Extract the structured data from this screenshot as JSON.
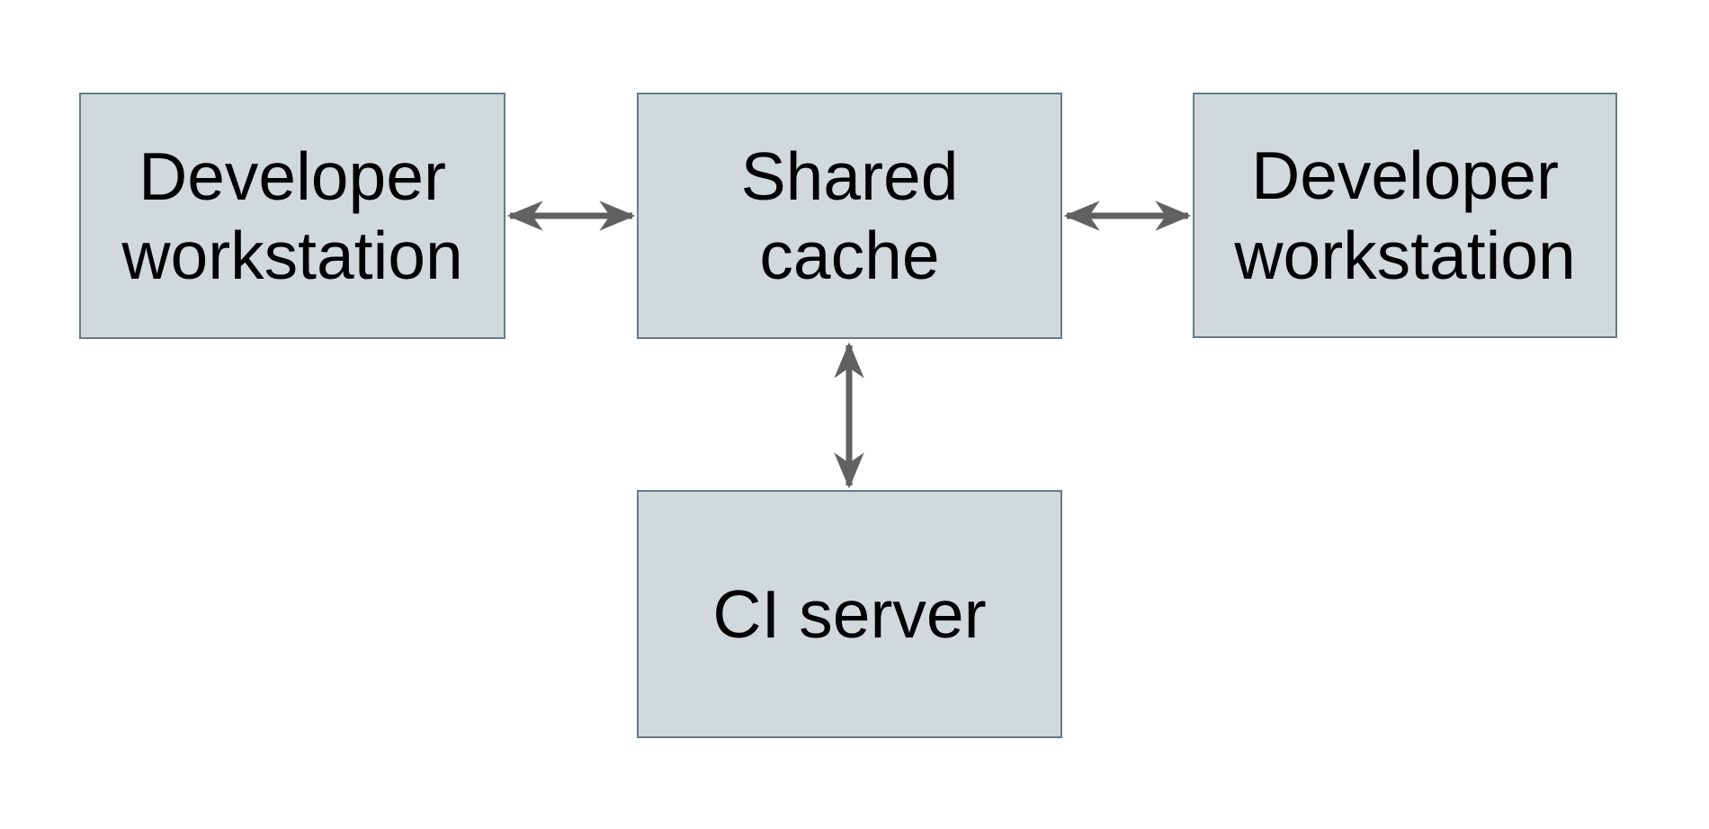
{
  "diagram": {
    "type": "architecture-diagram",
    "background": "#ffffff",
    "nodes": [
      {
        "id": "developer-workstation-left",
        "label": "Developer workstation"
      },
      {
        "id": "shared-cache",
        "label": "Shared cache"
      },
      {
        "id": "developer-workstation-right",
        "label": "Developer workstation"
      },
      {
        "id": "ci-server",
        "label": "CI server"
      }
    ],
    "edges": [
      {
        "from": "developer-workstation-left",
        "to": "shared-cache",
        "direction": "bidirectional",
        "orientation": "horizontal"
      },
      {
        "from": "shared-cache",
        "to": "developer-workstation-right",
        "direction": "bidirectional",
        "orientation": "horizontal"
      },
      {
        "from": "shared-cache",
        "to": "ci-server",
        "direction": "bidirectional",
        "orientation": "vertical"
      }
    ],
    "colors": {
      "node_fill": "#d2d9dc",
      "node_border": "#647c8a",
      "arrow": "#616161",
      "text": "#000000",
      "background": "#ffffff"
    }
  }
}
